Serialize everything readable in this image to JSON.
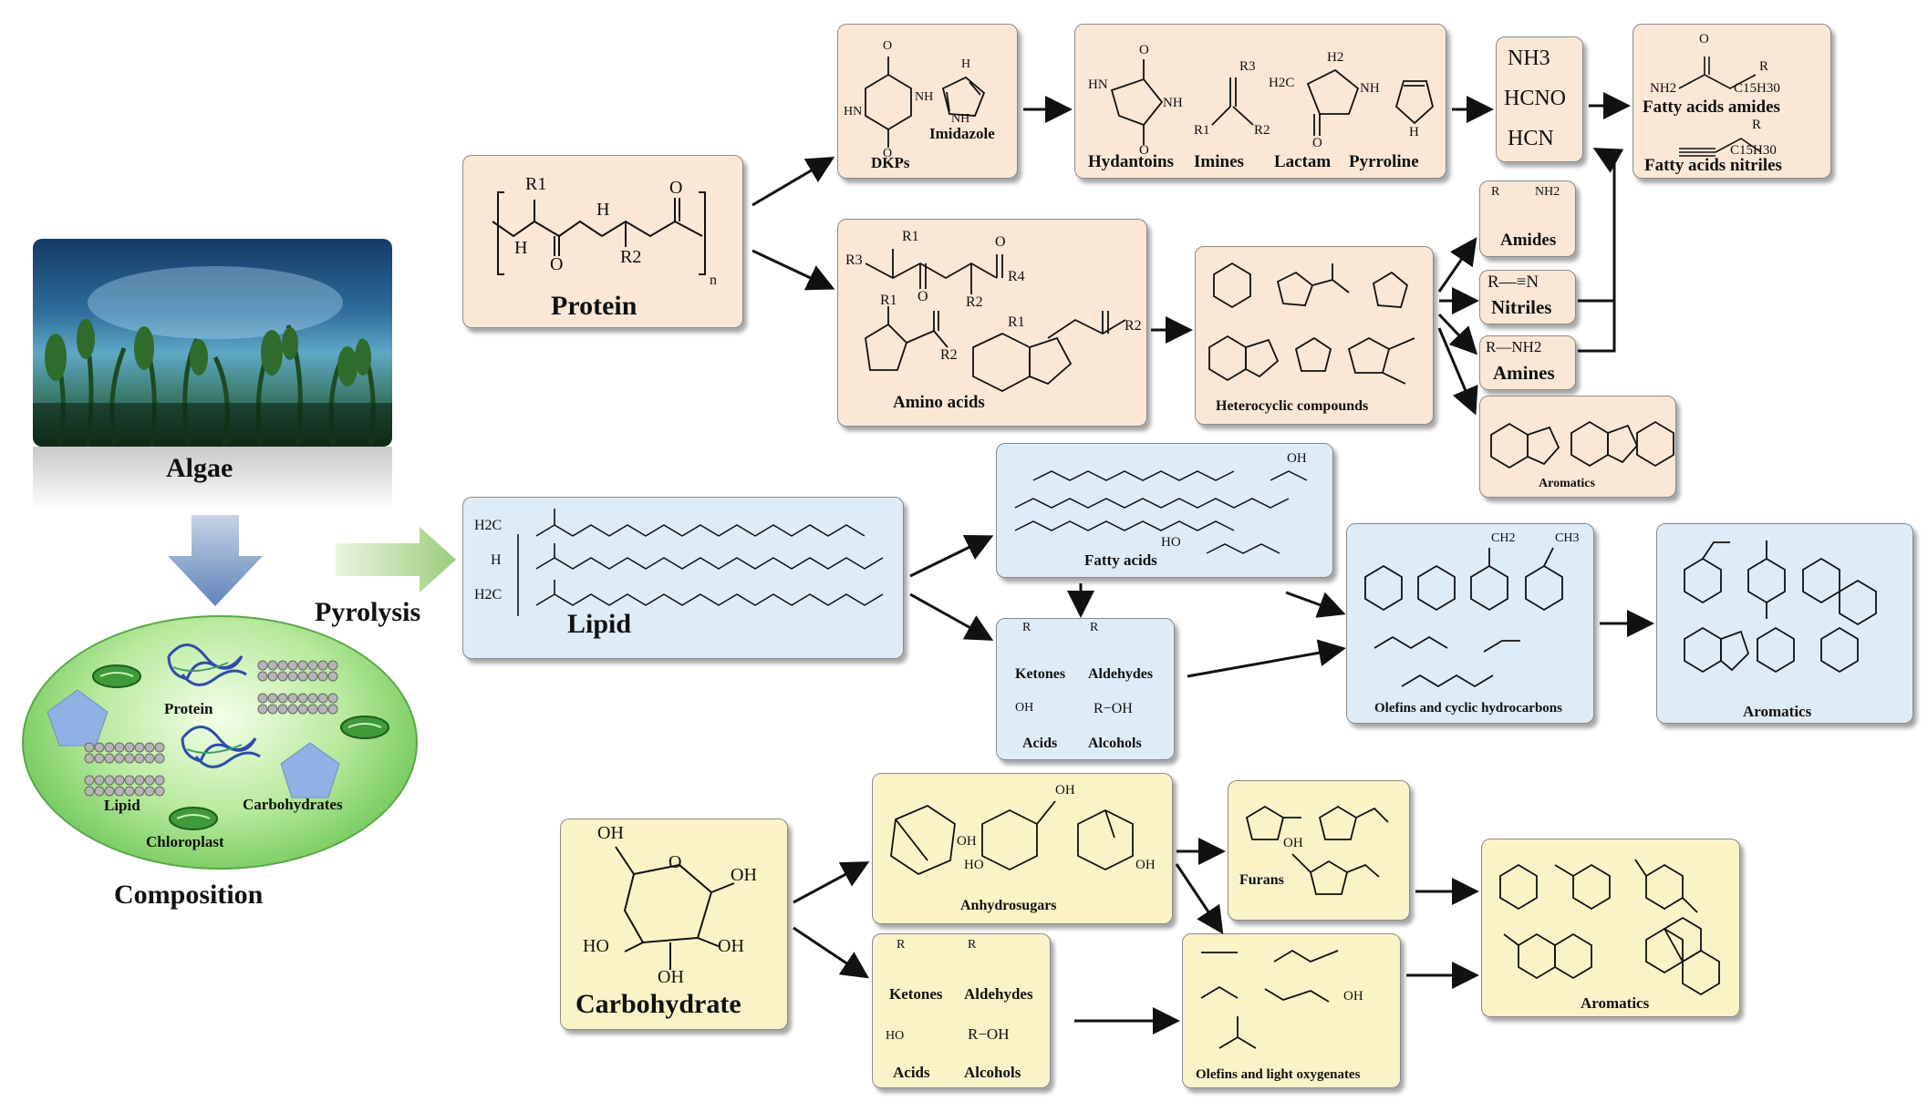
{
  "composition": {
    "algae_label": "Algae",
    "cell_labels": {
      "protein": "Protein",
      "lipid": "Lipid",
      "carbohydrates": "Carbohydrates",
      "chloroplast": "Chloroplast"
    },
    "title": "Composition",
    "process_label": "Pyrolysis"
  },
  "protein_branch": {
    "source": "Protein",
    "dkps_box": [
      "DKPs",
      "Imidazole"
    ],
    "n_heterocycles_box": [
      "Hydantoins",
      "Imines",
      "Lactam",
      "Pyrroline"
    ],
    "gases": [
      "NH3",
      "HCNO",
      "HCN"
    ],
    "fatty_box": [
      "Fatty acids amides",
      "Fatty acids nitriles"
    ],
    "amino_acids": "Amino acids",
    "heterocyclic": "Heterocyclic compounds",
    "small_products": [
      "Amides",
      "Nitriles",
      "Amines"
    ],
    "aromatics": "Aromatics"
  },
  "lipid_branch": {
    "source": "Lipid",
    "fatty_acids": "Fatty acids",
    "oxygenates": [
      "Ketones",
      "Aldehydes",
      "Acids",
      "Alcohols"
    ],
    "olefins": "Olefins and cyclic hydrocarbons",
    "aromatics": "Aromatics"
  },
  "carbohydrate_branch": {
    "source": "Carbohydrate",
    "anhydrosugars": "Anhydrosugars",
    "furans": "Furans",
    "oxygenates": [
      "Ketones",
      "Aldehydes",
      "Acids",
      "Alcohols"
    ],
    "olefins": "Olefins and light oxygenates",
    "aromatics": "Aromatics"
  },
  "chem_text": {
    "r1": "R1",
    "r2": "R2",
    "r3": "R3",
    "r4": "R4",
    "r": "R",
    "n": "n",
    "o": "O",
    "oh": "OH",
    "nh": "NH",
    "h": "H",
    "hn": "HN",
    "h2c": "H2C",
    "h2": "H2",
    "nh2": "NH2",
    "c15h30": "C15H30",
    "ch3": "CH3",
    "ch2": "CH2",
    "r_oh": "R−OH",
    "ho": "HO",
    "r_cn": "R—≡N",
    "r_nh2": "R—NH2"
  },
  "colors": {
    "protein_box": "#fbe7d6",
    "lipid_box": "#deecf8",
    "carbohydrate_box": "#fbf3c8",
    "cell": "#7ed36a",
    "pyrolysis_arrow": "#a9d48d",
    "down_arrow": "#7b98c2"
  }
}
